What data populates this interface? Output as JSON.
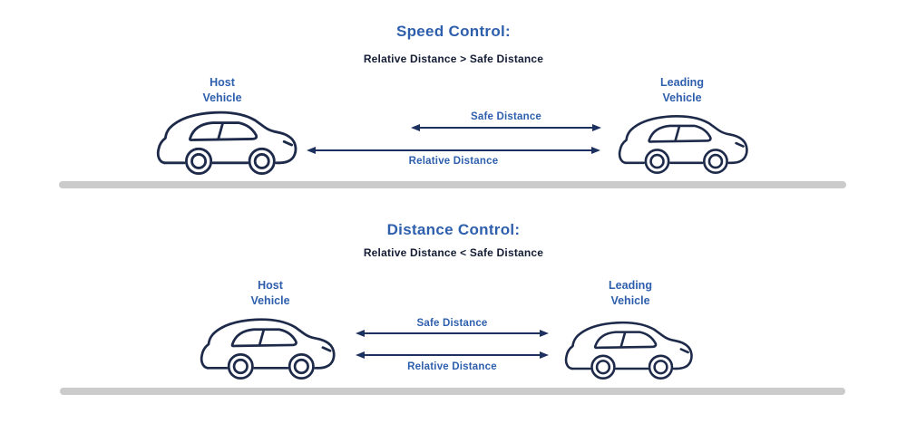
{
  "diagram": {
    "background": "#ffffff",
    "colors": {
      "title_blue": "#2e5fad",
      "label_blue": "#2e5fad",
      "arrow_navy": "#1d3160",
      "car_outline_navy": "#1e2a4a",
      "subtitle_dark": "#141d35",
      "road_gray": "#cbcbcb"
    },
    "sections": [
      {
        "title": "Speed Control:",
        "subtitle": "Relative Distance > Safe Distance",
        "host_label": "Host\nVehicle",
        "leading_label": "Leading\nVehicle",
        "safe_distance_label": "Safe Distance",
        "relative_distance_label": "Relative Distance"
      },
      {
        "title": "Distance Control:",
        "subtitle": "Relative Distance < Safe Distance",
        "host_label": "Host\nVehicle",
        "leading_label": "Leading\nVehicle",
        "safe_distance_label": "Safe Distance",
        "relative_distance_label": "Relative Distance"
      }
    ]
  }
}
